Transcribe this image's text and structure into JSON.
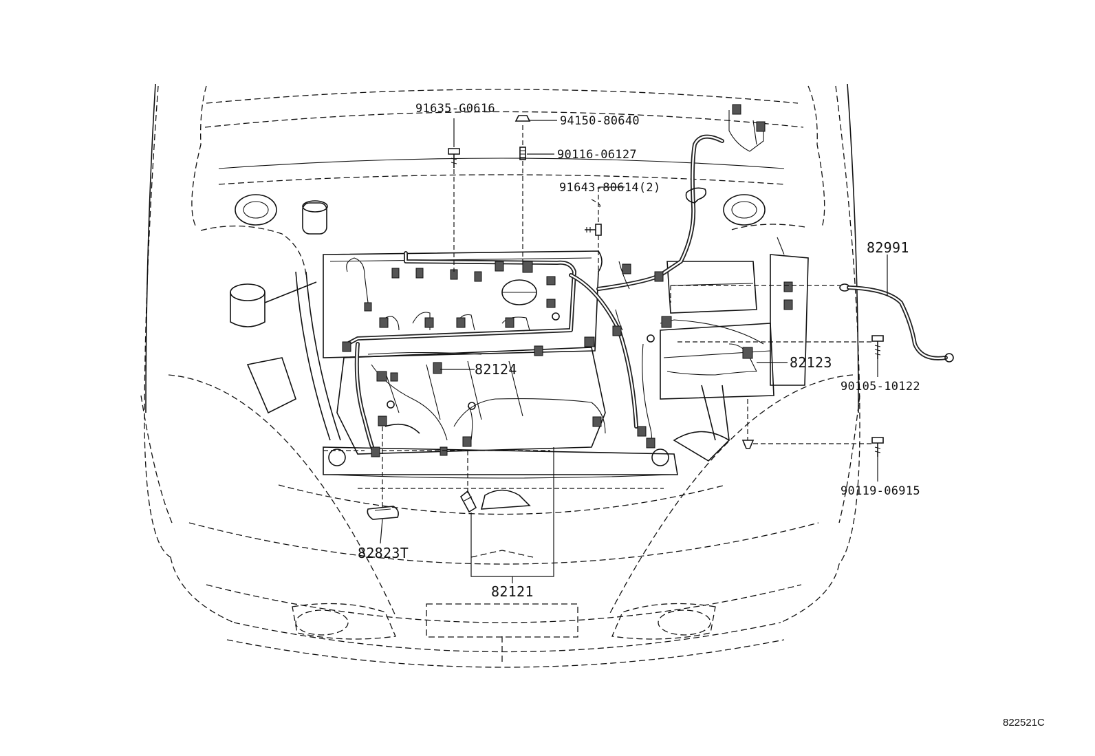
{
  "parts": {
    "p1": "91635-G0616",
    "p2": "94150-80640",
    "p3": "90116-06127",
    "p4": "91643-80614(2)",
    "p5": "82991",
    "p6": "82124",
    "p7": "82123",
    "p8": "90105-10122",
    "p9": "90119-06915",
    "p10": "82823T",
    "p11": "82121"
  },
  "reference_code": "822521C"
}
